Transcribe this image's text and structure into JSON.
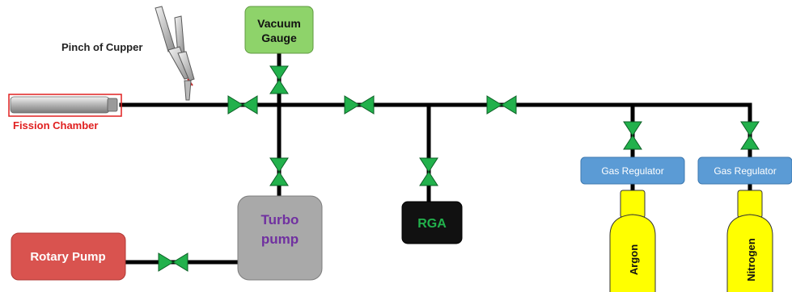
{
  "labels": {
    "pinch": "Pinch of Cupper",
    "vacuum_gauge_line1": "Vacuum",
    "vacuum_gauge_line2": "Gauge",
    "fission_chamber": "Fission Chamber",
    "turbo_line1": "Turbo",
    "turbo_line2": "pump",
    "rga": "RGA",
    "rotary_pump": "Rotary Pump",
    "gas_regulator_1": "Gas Regulator",
    "gas_regulator_2": "Gas Regulator",
    "argon": "Argon",
    "nitrogen": "Nitrogen"
  },
  "colors": {
    "line": "#000000",
    "valve": "#22b14c",
    "vacuum_gauge": "#8ed36a",
    "turbo_pump": "#a9a9a9",
    "turbo_text": "#7030a0",
    "rga": "#111111",
    "rotary_pump": "#d9534f",
    "regulator": "#5b9bd5",
    "cylinder": "#ffff00",
    "chamber_frame": "#e02020",
    "chamber_label": "#e02020"
  },
  "icons": {
    "valve": "valve-icon",
    "pliers": "pliers-icon"
  }
}
